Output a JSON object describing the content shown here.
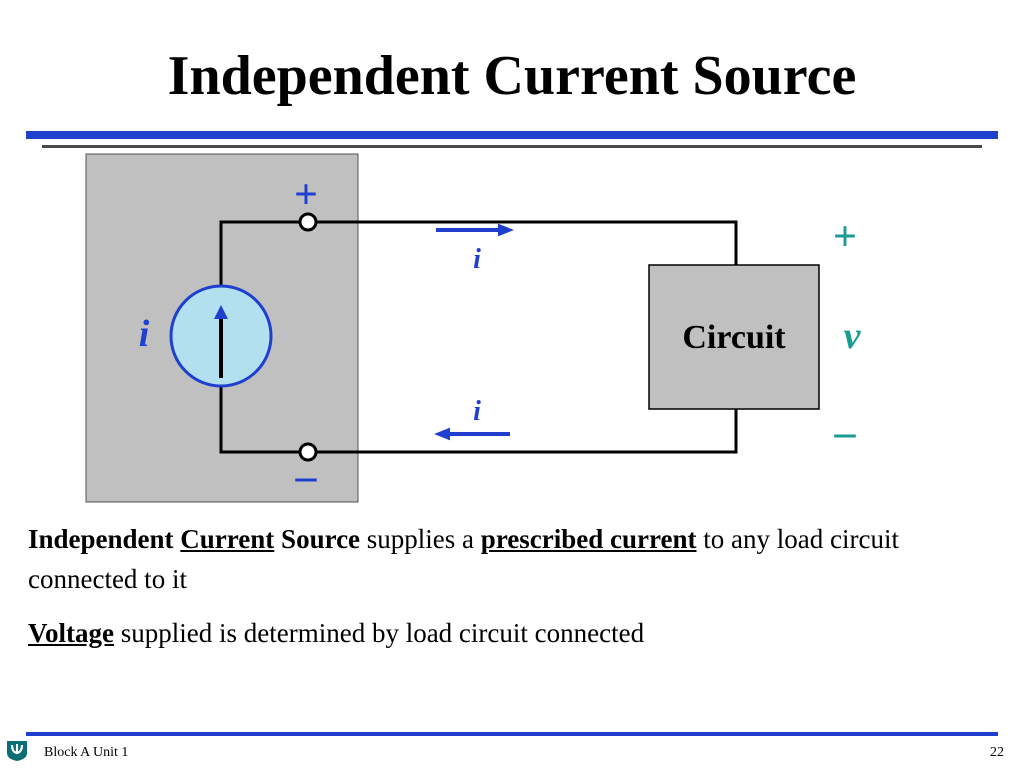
{
  "slide": {
    "title": "Independent Current Source"
  },
  "diagram": {
    "source_current_label": "i",
    "top_terminal_sign": "+",
    "bottom_terminal_sign": "–",
    "top_current_label": "i",
    "bottom_current_label": "i",
    "load_label": "Circuit",
    "voltage_plus": "+",
    "voltage_label": "v",
    "voltage_minus": "–",
    "colors": {
      "source_panel": "#c0c0c0",
      "load_box": "#c0c0c0",
      "source_fill": "#b3e0ee",
      "blue": "#1f3fcf",
      "teal": "#1a9c94",
      "wire": "#000000"
    },
    "icons": {
      "source_arrow": "arrow-up-icon",
      "current_arrow_top": "arrow-right-icon",
      "current_arrow_bottom": "arrow-left-icon"
    }
  },
  "body": {
    "p1_w1": "Independent",
    "p1_w2": "Current",
    "p1_w3": "Source",
    "p1_t1": "supplies a",
    "p1_w4": "prescribed current",
    "p1_t2": "to any load circuit connected to it",
    "p2_w1": "Voltage",
    "p2_t1": "supplied is determined by load circuit connected"
  },
  "footer": {
    "left_text": "Block A Unit 1",
    "page_number": "22",
    "logo_icon": "university-logo-icon"
  }
}
